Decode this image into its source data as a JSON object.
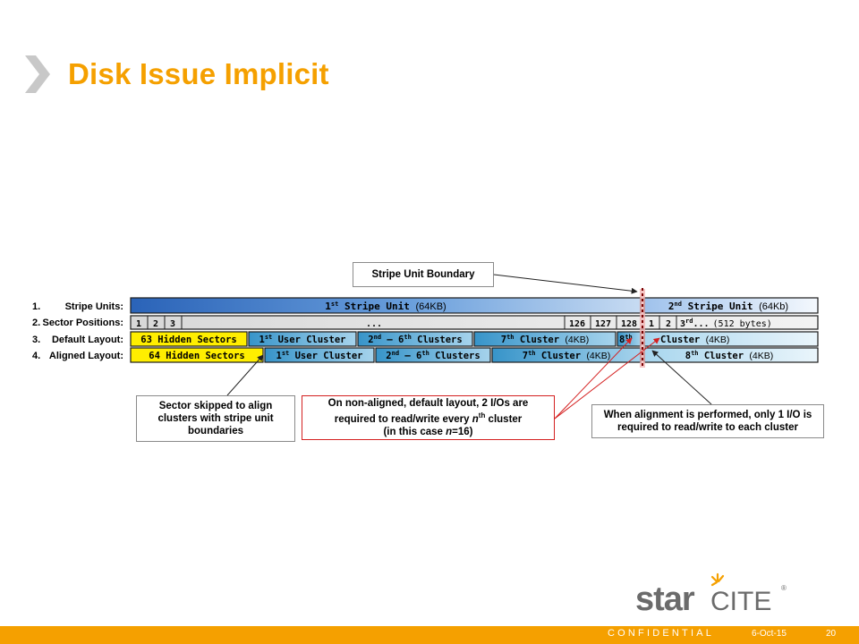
{
  "slide": {
    "title": "Disk Issue Implicit"
  },
  "footer": {
    "confidential": "CONFIDENTIAL",
    "date": "6-Oct-15",
    "page": "20"
  },
  "logo": {
    "part1": "star",
    "part2": "CITE",
    "reg": "®",
    "accent_color": "#f5a000"
  },
  "diagram": {
    "rows": [
      {
        "num": "1.",
        "label": "Stripe Units:"
      },
      {
        "num": "2.",
        "label": "Sector Positions:"
      },
      {
        "num": "3.",
        "label": "Default Layout:"
      },
      {
        "num": "4.",
        "label": "Aligned Layout:"
      }
    ],
    "stripe1": {
      "ord": "1",
      "sup": "st",
      "text": " Stripe Unit ",
      "size": "(64KB)"
    },
    "stripe2": {
      "ord": "2",
      "sup": "nd",
      "text": " Stripe Unit ",
      "size": "(64Kb)"
    },
    "sectors": {
      "s1": "1",
      "s2": "2",
      "s3": "3",
      "dots": "...",
      "s126": "126",
      "s127": "127",
      "s128": "128",
      "n1": "1",
      "n2": "2",
      "third_ord": "3",
      "third_sup": "rd",
      "third_text": "...",
      "bytes": "(512 bytes)"
    },
    "default_layout": {
      "hidden": "63 Hidden Sectors",
      "c1_ord": "1",
      "c1_sup": "st",
      "c1_text": " User Cluster",
      "c2_ord": "2",
      "c2_sup": "nd",
      "c2_text": " – 6",
      "c2_sup2": "th",
      "c2_text2": " Clusters",
      "c7_ord": "7",
      "c7_sup": "th",
      "c7_text": " Cluster ",
      "c7_size": "(4KB)",
      "c8_ord": "8",
      "c8_sup": "th",
      "c8b_text": "Cluster ",
      "c8b_size": "(4KB)"
    },
    "aligned_layout": {
      "hidden": "64 Hidden Sectors",
      "c1_ord": "1",
      "c1_sup": "st",
      "c1_text": " User Cluster",
      "c2_ord": "2",
      "c2_sup": "nd",
      "c2_text": " – 6",
      "c2_sup2": "th",
      "c2_text2": " Clusters",
      "c7_ord": "7",
      "c7_sup": "th",
      "c7_text": " Cluster ",
      "c7_size": "(4KB)",
      "c8_ord": "8",
      "c8_sup": "th",
      "c8_text": " Cluster ",
      "c8_size": "(4KB)"
    },
    "callouts": {
      "boundary": "Stripe Unit Boundary",
      "skipped": "Sector skipped to align clusters with stripe unit boundaries",
      "nonaligned_1": "On non-aligned, default layout, 2 I/Os are",
      "nonaligned_2": "required to read/write every ",
      "nonaligned_n": "n",
      "nonaligned_sup": "th",
      "nonaligned_3": " cluster",
      "nonaligned_4": "(in this case ",
      "nonaligned_eq": "=16)",
      "aligned": "When alignment is performed, only 1 I/O is required to read/write to each cluster"
    },
    "colors": {
      "accent": "#f5a000",
      "stripe_blue": "#2f6fc0",
      "cluster_blue": "#3a98cc",
      "hidden_yellow": "#ffee00",
      "boundary_red": "#d42020"
    }
  }
}
